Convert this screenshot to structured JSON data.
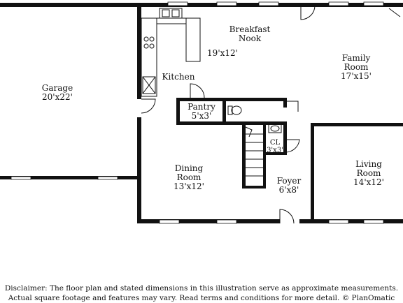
{
  "rooms": {
    "garage": {
      "name": "Garage",
      "dims": "20'x22'"
    },
    "kitchen": {
      "name": "Kitchen"
    },
    "breakfast_nook": {
      "name_line1": "Breakfast",
      "name_line2": "Nook",
      "dims": "19'x12'"
    },
    "family_room": {
      "name_line1": "Family",
      "name_line2": "Room",
      "dims": "17'x15'"
    },
    "pantry": {
      "name": "Pantry",
      "dims": "5'x3'"
    },
    "closet": {
      "name": "CL",
      "dims": "3'x3'"
    },
    "dining_room": {
      "name_line1": "Dining",
      "name_line2": "Room",
      "dims": "13'x12'"
    },
    "foyer": {
      "name": "Foyer",
      "dims": "6'x8'"
    },
    "living_room": {
      "name_line1": "Living",
      "name_line2": "Room",
      "dims": "14'x12'"
    }
  },
  "disclaimer": {
    "line1": "Disclaimer: The floor plan and stated dimensions in this illustration serve as approximate measurements.",
    "line2": "Actual square footage and features may vary. Read terms and conditions for more detail. © PlanOmatic"
  }
}
